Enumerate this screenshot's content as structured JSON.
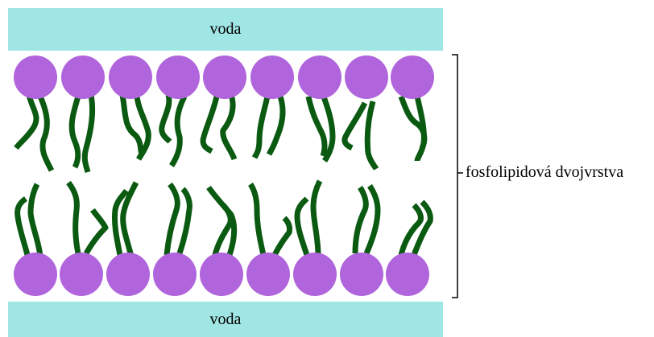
{
  "labels": {
    "water_top": "voda",
    "water_bottom": "voda",
    "bilayer": "fosfolipidová dvojvrstva"
  },
  "colors": {
    "water": "#a0e6e4",
    "head": "#b065dc",
    "tail": "#0b5a11",
    "bracket": "#000000"
  },
  "diagram": {
    "top_row_count": 9,
    "bottom_row_count": 9
  }
}
